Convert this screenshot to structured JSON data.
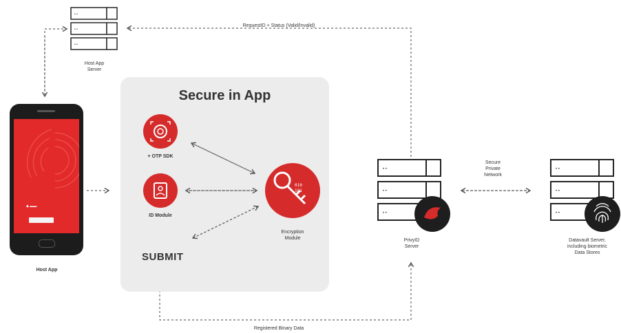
{
  "labels": {
    "host_server": "Host App\nServer",
    "host_app": "Host App",
    "secure_in_app": "Secure in App",
    "otp_sdk": "+ OTP SDK",
    "id_module": "ID Module",
    "submit": "SUBMIT",
    "encryption_module": "Encryption\nModule",
    "privyid_server": "PrivyID\nServer",
    "vault_server": "Datavault Server,\nincluding biometric\nData Stores",
    "secure_private_network": "Secure\nPrivate\nNetwork",
    "request_status": "RequestID + Status (Valid/Invalid)",
    "registered_binary_data": "Registered Binary Data"
  },
  "icons": {
    "server": "server-stack-icon",
    "camera": "face-scan-icon",
    "id_card": "id-card-icon",
    "key": "key-icon",
    "fingerprint": "fingerprint-icon",
    "logo_mark": "privyid-logo-icon"
  },
  "colors": {
    "accent": "#d52b2b",
    "panel": "#ececec",
    "line": "#666666",
    "dark": "#1e1e1e"
  }
}
